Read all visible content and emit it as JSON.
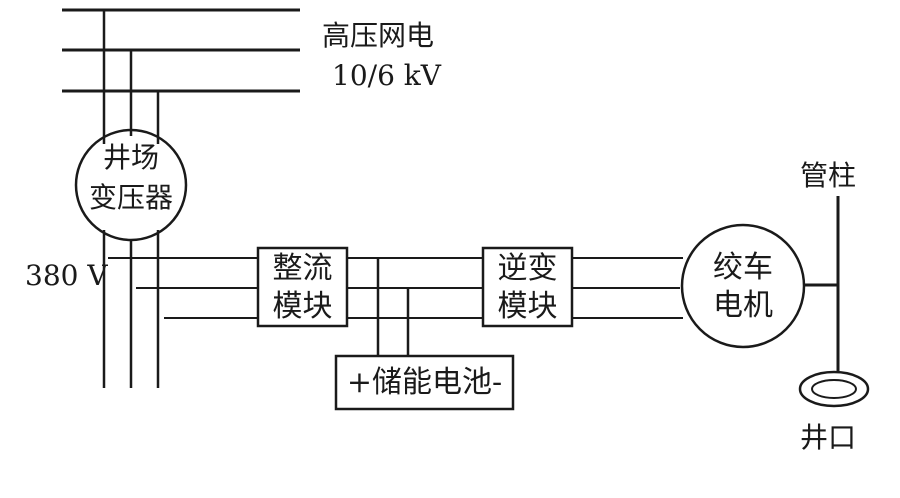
{
  "grid": {
    "name_line1": "高压网电",
    "voltage": "10/6 kV"
  },
  "transformer": {
    "line1": "井场",
    "line2": "变压器"
  },
  "low_voltage": "380 V",
  "rectifier": {
    "line1": "整流",
    "line2": "模块"
  },
  "inverter": {
    "line1": "逆变",
    "line2": "模块"
  },
  "battery": {
    "label": "+储能电池-"
  },
  "motor": {
    "line1": "绞车",
    "line2": "电机"
  },
  "tubing": "管柱",
  "wellhead": "井口",
  "colors": {
    "ink": "#1a1a1a",
    "background": "#ffffff"
  }
}
